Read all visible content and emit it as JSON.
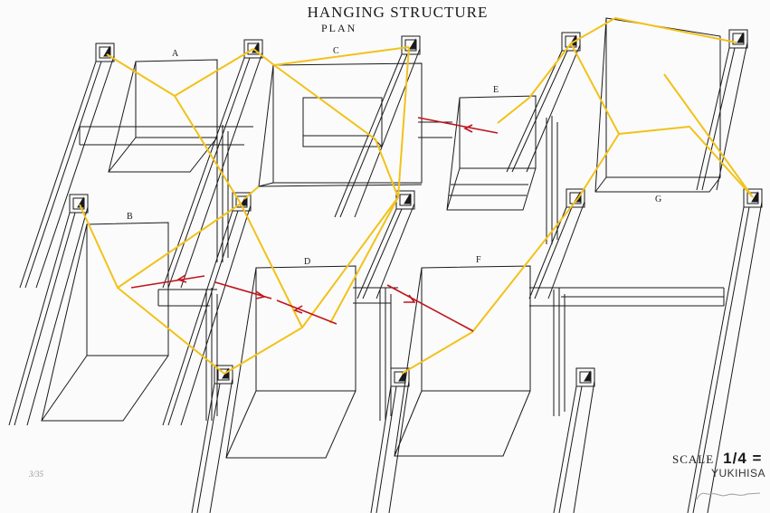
{
  "title": "HANGING STRUCTURE",
  "subtitle": "PLAN",
  "labels": {
    "a": "A",
    "b": "B",
    "c": "C",
    "d": "D",
    "e": "E",
    "f": "F",
    "g": "G"
  },
  "scale_label": "SCALE",
  "scale_value": "1/4 =",
  "author": "YUKIHISA",
  "edition": "3/35",
  "colors": {
    "cord": "#f2c21a",
    "arrow": "#c0141c",
    "ink": "#1a1a1a",
    "paper": "#fbfbfb"
  }
}
